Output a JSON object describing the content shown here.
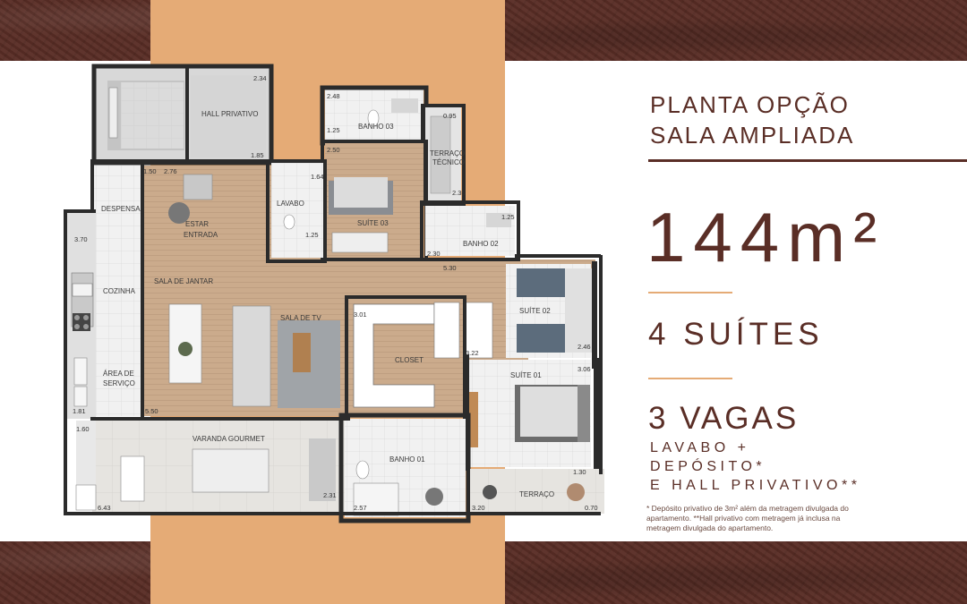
{
  "heading": {
    "line1": "PLANTA OPÇÃO",
    "line2": "SALA AMPLIADA"
  },
  "area": "144m²",
  "suites": "4 SUÍTES",
  "vagas": "3 VAGAS",
  "extras": [
    "LAVABO +",
    "DEPÓSITO*",
    "E HALL PRIVATIVO**"
  ],
  "footnote": "* Depósito privativo de 3m² além da metragem divulgada do apartamento. **Hall privativo com metragem já inclusa na metragem divulgada do apartamento.",
  "rooms": {
    "hall_privativo": "HALL PRIVATIVO",
    "banho03": "BANHO 03",
    "terraco_tecnico1": "TERRAÇO",
    "terraco_tecnico2": "TÉCNICO",
    "despensa": "DESPENSA",
    "estar1": "ESTAR",
    "estar2": "ENTRADA",
    "lavabo": "LAVABO",
    "suite03": "SUÍTE 03",
    "banho02": "BANHO 02",
    "cozinha": "COZINHA",
    "sala_jantar": "SALA DE JANTAR",
    "sala_tv": "SALA DE TV",
    "suite02": "SUÍTE 02",
    "closet": "CLOSET",
    "area_servico1": "ÁREA DE",
    "area_servico2": "SERVIÇO",
    "suite01": "SUÍTE 01",
    "varanda": "VARANDA GOURMET",
    "banho01": "BANHO 01",
    "terraco": "TERRAÇO"
  },
  "dimensions": {
    "d234": "2.34",
    "d185": "1.85",
    "d248": "2.48",
    "d125a": "1.25",
    "d095": "0.95",
    "d150": "1.50",
    "d276": "2.76",
    "d164": "1.64",
    "d250": "2.50",
    "d235": "2.35",
    "d370": "3.70",
    "d125b": "1.25",
    "d230": "2.30",
    "d125c": "1.25",
    "d530": "5.30",
    "d301": "3.01",
    "d322": "3.22",
    "d246": "2.46",
    "d306": "3.06",
    "d181": "1.81",
    "d550": "5.50",
    "d160": "1.60",
    "d643": "6.43",
    "d231": "2.31",
    "d257": "2.57",
    "d320": "3.20",
    "d130": "1.30",
    "d070": "0.70"
  },
  "colors": {
    "brown": "#5a2e26",
    "orange": "#e5ab76",
    "wood": "#c9a98a",
    "wall": "#2b2b2b",
    "tile": "#efefef"
  }
}
